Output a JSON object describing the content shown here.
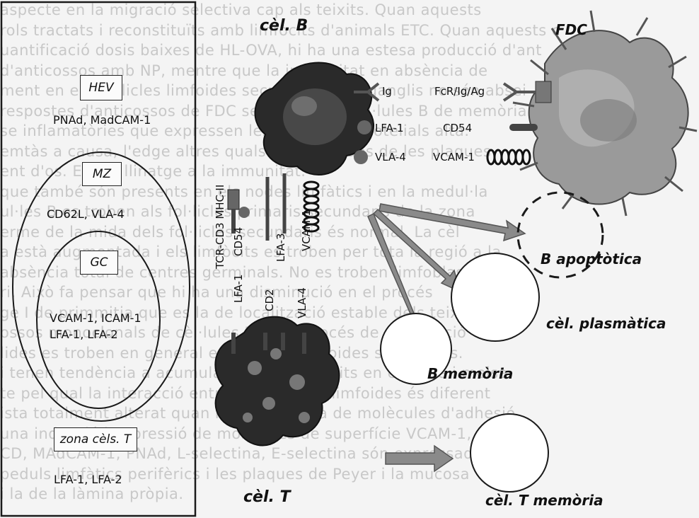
{
  "background_text": [
    "aspecte en la migració selectiva cap als teixits. Quan aquests",
    "rols tractats i reconstituïts amb limfòcits d'animals ETC. Quan aquests c",
    "uantificació dosis baixes de HL-OVA, hi ha una estesa producció d'ant",
    "d'anticossos amb NP, mentre que la immunitat en absència de",
    "ment en els fol·licles limfoides secundaris dels ganglis no són absei",
    "respostes d'anticossos de FDC secretats per cèl·lules B de memòria.",
    "se inflamatòries que expressen les cèl·lules endotelials alta.",
    "emtàs a causa, l'edge altres quals són inhibides de les plaques",
    "ent d'os. El seu llinatge a la immunitat.",
    "que també són presents en els nodes limfàtics i en la medul·la",
    "ul·les B es troben als fol·licles primaris secundaris de la zona",
    "erme de la mida dels fol·licles secundaris és normal. La cèl",
    "a està augmentada i els limfòcits es troben per tota la regió a la",
    "absència total de centres germinals. No es troben limfoblasts i",
    "ri. Això fa pensar que hi ha una disminució en el procés",
    "ge I de primmitja que es la de localització estable dels teixits",
    "ossos monoclonals de cèl·lules B en el procés de maduració",
    "lides es troben en general en aquests limfoides secundaris.",
    "i tenen tendència a acumulacions de limfòcits en el fetge i melsa",
    "te pel qual la interacció entre les cèl·lules limfoides és diferent",
    "ista totalment alterat quan hi ha absència de molècules d'adhesió",
    "una inducció i expressió de molècules de superfície VCAM-1, ICAM-1",
    "CD, MAdCAM-1, PNAd, L-selectina, E-selectina són expressades a",
    "peduls limfàtics perifèrics i les plaques de Peyer i la mucosa",
    "i la de la làmina pròpia."
  ],
  "left_column": {
    "hev_label": "HEV",
    "hev_molecules": "PNAd, MadCAM-1",
    "mz_label": "MZ",
    "mz_molecules": "CD62L, VLA-4",
    "gc_label": "GC",
    "gc_molecules_1": "VCAM-1, ICAM-1",
    "gc_molecules_2": "LFA-1, LFA-2",
    "tzone_label": "zona cèls. T",
    "tzone_molecules": "LFA-1, LFA-2"
  },
  "cells": {
    "b_cell": "cèl. B",
    "fdc": "FDC",
    "t_cell": "cèl. T",
    "b_apoptotic": "B apoptòtica",
    "plasma_cell": "cèl. plasmàtica",
    "b_memory": "B memòria",
    "t_memory": "cèl. T memòria"
  },
  "molecules": {
    "ig": "Ig",
    "fcr": "FcR/Ig/Ag",
    "lfa1_b": "LFA-1",
    "cd54_fdc": "CD54",
    "vla4_b": "VLA-4",
    "vcam1_fdc": "VCAM-1",
    "tcr": "TCR-CD3 MHC-II",
    "lfa1_t": "LFA-1",
    "cd54_t": "CD54",
    "cd2": "CD2",
    "lfa3": "LFA-3",
    "vla4_t": "VLA-4",
    "vcam1_t": "VCAM-1"
  },
  "colors": {
    "frame": "#1a1a1a",
    "arrow": "#8a8a8a",
    "cell_dark": "#2a2a2a",
    "fdc_gray": "#9a9a9a"
  }
}
